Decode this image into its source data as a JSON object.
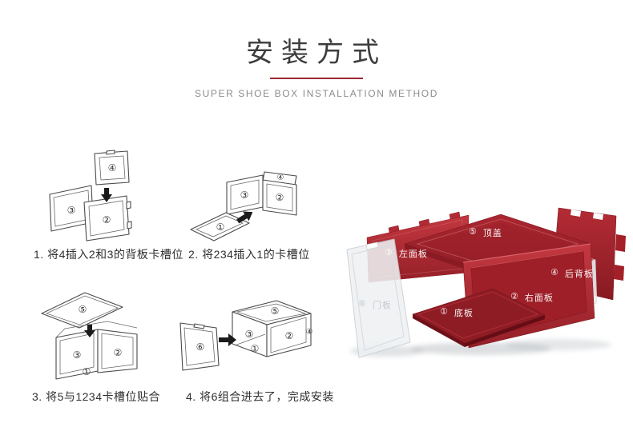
{
  "header": {
    "title": "安装方式",
    "subtitle": "SUPER SHOE BOX INSTALLATION METHOD"
  },
  "nums": {
    "1": "①",
    "2": "②",
    "3": "③",
    "4": "④",
    "5": "⑤",
    "6": "⑥"
  },
  "steps": [
    {
      "caption": "1. 将4插入2和3的背板卡槽位"
    },
    {
      "caption": "2. 将234插入1的卡槽位"
    },
    {
      "caption": "3. 将5与1234卡槽位贴合"
    },
    {
      "caption": "4. 将6组合进去了，完成安装"
    }
  ],
  "exploded": {
    "labels": [
      {
        "num": "⑤",
        "name": "顶盖"
      },
      {
        "num": "③",
        "name": "左面板"
      },
      {
        "num": "④",
        "name": "后背板"
      },
      {
        "num": "②",
        "name": "右面板"
      },
      {
        "num": "⑥",
        "name": "门板"
      },
      {
        "num": "①",
        "name": "底板"
      }
    ]
  },
  "colors": {
    "accent_red": "#9e2832",
    "box_red": "#b2242e",
    "box_dark_red": "#8e1c25",
    "door_gray": "#eef1f3"
  }
}
